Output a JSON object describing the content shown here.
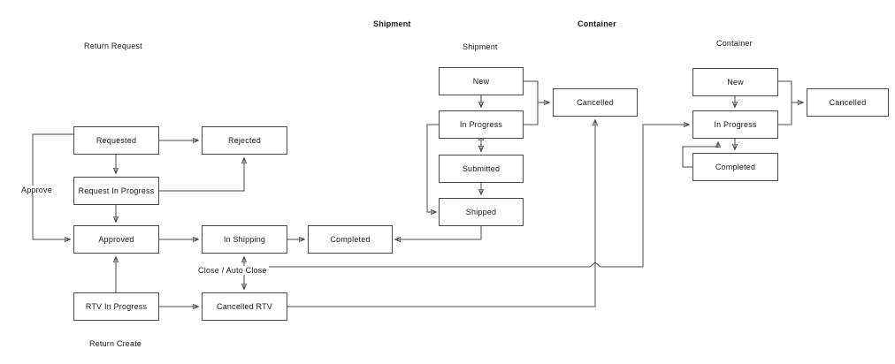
{
  "diagram": {
    "title_shipment": "Shipment",
    "title_container": "Container",
    "sections": [
      {
        "key": "return_request",
        "label": "Return Request"
      },
      {
        "key": "return_create",
        "label": "Return Create"
      },
      {
        "key": "shipment",
        "label": "Shipment"
      },
      {
        "key": "container",
        "label": "Container"
      }
    ],
    "nodes": [
      {
        "id": "requested",
        "label": "Requested",
        "group": "return_request"
      },
      {
        "id": "rejected",
        "label": "Rejected",
        "group": "return_request"
      },
      {
        "id": "request_in_progress",
        "label": "Request In Progress",
        "group": "return_request"
      },
      {
        "id": "approved",
        "label": "Approved",
        "group": "return_request"
      },
      {
        "id": "in_shipping",
        "label": "In Shipping",
        "group": "return_request"
      },
      {
        "id": "completed_rr",
        "label": "Completed",
        "group": "return_request"
      },
      {
        "id": "rtv_in_progress",
        "label": "RTV In Progress",
        "group": "return_create"
      },
      {
        "id": "cancelled_rtv",
        "label": "Cancelled RTV",
        "group": "return_create"
      },
      {
        "id": "ship_new",
        "label": "New",
        "group": "shipment"
      },
      {
        "id": "ship_in_progress",
        "label": "In Progress",
        "group": "shipment"
      },
      {
        "id": "ship_submitted",
        "label": "Submitted",
        "group": "shipment"
      },
      {
        "id": "ship_shipped",
        "label": "Shipped",
        "group": "shipment"
      },
      {
        "id": "ship_cancelled",
        "label": "Cancelled",
        "group": "shipment"
      },
      {
        "id": "cont_new",
        "label": "New",
        "group": "container"
      },
      {
        "id": "cont_in_progress",
        "label": "In Progress",
        "group": "container"
      },
      {
        "id": "cont_completed",
        "label": "Completed",
        "group": "container"
      },
      {
        "id": "cont_cancelled",
        "label": "Cancelled",
        "group": "container"
      }
    ],
    "edge_labels": [
      {
        "id": "approve",
        "label": "Approve"
      },
      {
        "id": "close_auto_close",
        "label": "Close / Auto Close"
      }
    ],
    "colors": {
      "line": "#4a4a4a",
      "text": "#1a1a1a",
      "background": "#ffffff"
    }
  }
}
